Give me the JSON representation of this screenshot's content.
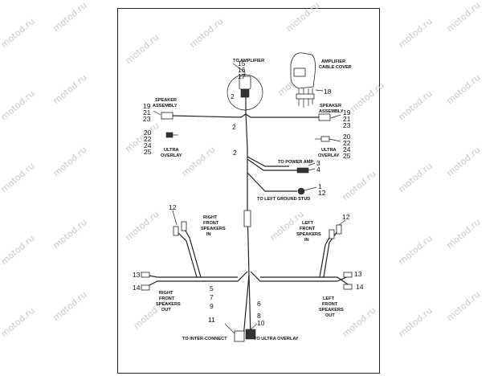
{
  "watermark": "motod.ru",
  "callouts": {
    "to_amplifier": "TO AMPLIFIER",
    "n15": "15",
    "n16": "16",
    "n17": "17",
    "amp_cable_cover": [
      "AMPLIFIER",
      "CABLE COVER"
    ],
    "n18": "18",
    "speaker_left": [
      "SPEAKER",
      "ASSEMBLY"
    ],
    "speaker_right": [
      "SPEAKER",
      "ASSEMBLY"
    ],
    "n19_l": "19",
    "n21_l": "21",
    "n23_l": "23",
    "n19_r": "19",
    "n21_r": "21",
    "n23_r": "23",
    "n20_l": "20",
    "n22_l": "22",
    "n24_l": "24",
    "n25_l": "25",
    "n20_r": "20",
    "n22_r": "22",
    "n24_r": "24",
    "n25_r": "25",
    "ultra_overlay_l": [
      "ULTRA",
      "OVERLAY"
    ],
    "ultra_overlay_r": [
      "ULTRA",
      "OVERLAY"
    ],
    "n2_a": "2",
    "n2_b": "2",
    "n2_c": "2",
    "to_power_amp": "TO POWER AMP",
    "n3": "3",
    "n4": "4",
    "n1": "1",
    "n12_g": "12",
    "to_left_ground_stud": "TO LEFT GROUND STUD",
    "n12_rf": "12",
    "n12_lf": "12",
    "right_front_in": [
      "RIGHT",
      "FRONT",
      "SPEAKERS",
      "IN"
    ],
    "left_front_in": [
      "LEFT",
      "FRONT",
      "SPEAKERS",
      "IN"
    ],
    "n13_l": "13",
    "n14_l": "14",
    "n13_r": "13",
    "n14_r": "14",
    "right_front_out": [
      "RIGHT",
      "FRONT",
      "SPEAKERS",
      "OUT"
    ],
    "left_front_out": [
      "LEFT",
      "FRONT",
      "SPEAKERS",
      "OUT"
    ],
    "n5": "5",
    "n7": "7",
    "n9": "9",
    "n11": "11",
    "n6": "6",
    "n8": "8",
    "n10": "10",
    "to_inter_connect": "TO INTER-CONNECT",
    "to_ultra_overlay": "TO ULTRA OVERLAY"
  }
}
